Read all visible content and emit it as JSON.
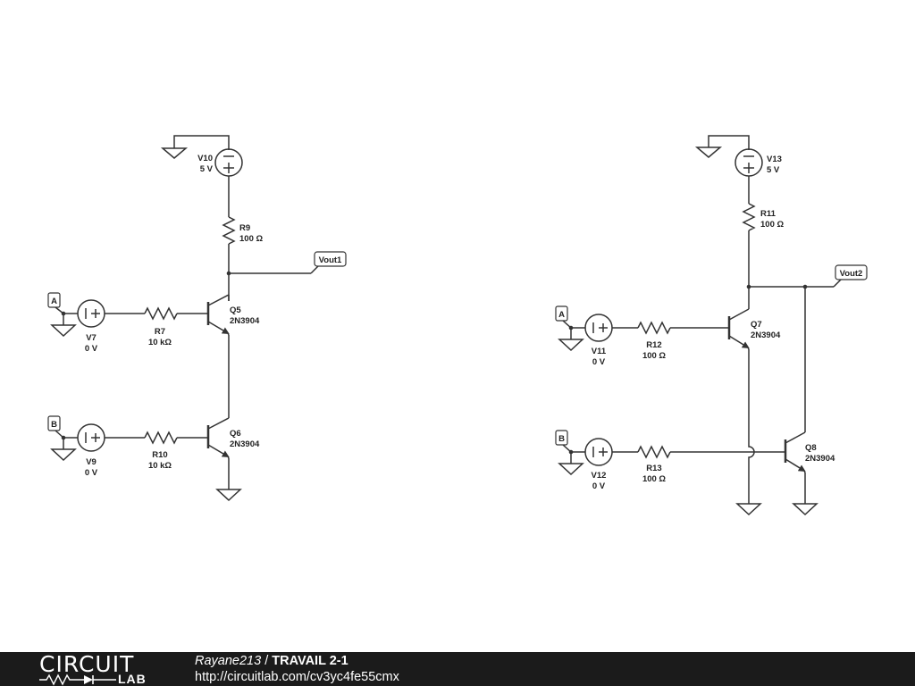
{
  "circuit_left": {
    "supply": {
      "name": "V10",
      "value": "5 V"
    },
    "load_resistor": {
      "name": "R9",
      "value": "100 Ω"
    },
    "output": "Vout1",
    "input_a": {
      "tag": "A",
      "source": "V7",
      "source_value": "0 V",
      "resistor": "R7",
      "resistor_value": "10 kΩ",
      "transistor": "Q5",
      "transistor_model": "2N3904"
    },
    "input_b": {
      "tag": "B",
      "source": "V9",
      "source_value": "0 V",
      "resistor": "R10",
      "resistor_value": "10 kΩ",
      "transistor": "Q6",
      "transistor_model": "2N3904"
    }
  },
  "circuit_right": {
    "supply": {
      "name": "V13",
      "value": "5 V"
    },
    "load_resistor": {
      "name": "R11",
      "value": "100 Ω"
    },
    "output": "Vout2",
    "input_a": {
      "tag": "A",
      "source": "V11",
      "source_value": "0 V",
      "resistor": "R12",
      "resistor_value": "100 Ω",
      "transistor": "Q7",
      "transistor_model": "2N3904"
    },
    "input_b": {
      "tag": "B",
      "source": "V12",
      "source_value": "0 V",
      "resistor": "R13",
      "resistor_value": "100 Ω",
      "transistor": "Q8",
      "transistor_model": "2N3904"
    }
  },
  "footer": {
    "logo_word": "CIRCUIT",
    "logo_sub": "LAB",
    "user": "Rayane213",
    "separator": " / ",
    "title": "TRAVAIL 2-1",
    "url": "http://circuitlab.com/cv3yc4fe55cmx"
  }
}
